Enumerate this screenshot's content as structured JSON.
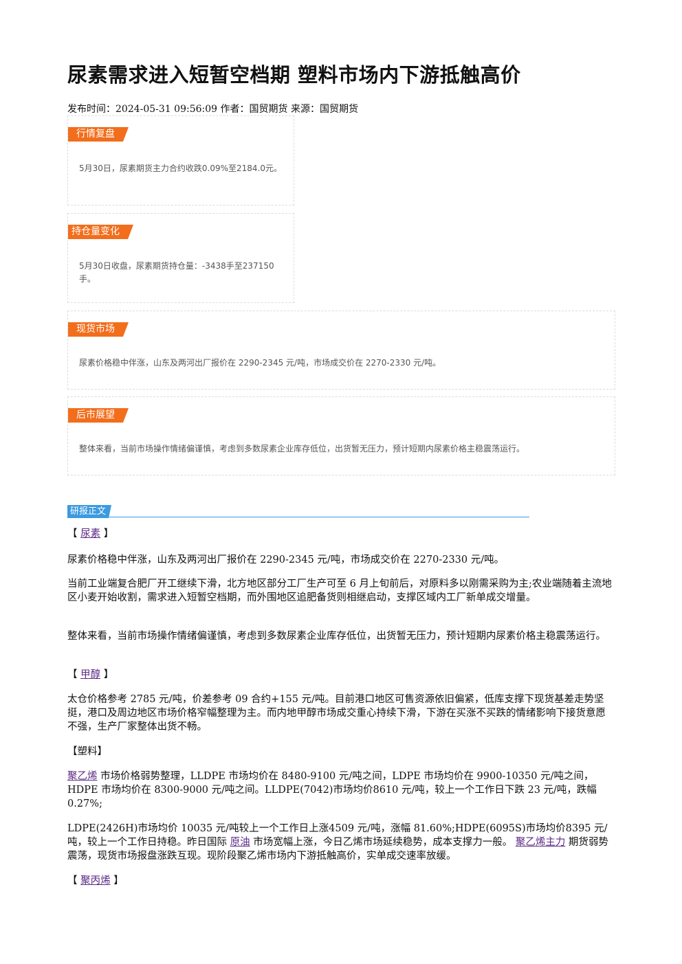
{
  "title": "尿素需求进入短暂空档期 塑料市场内下游抵触高价",
  "meta": {
    "published_label": "发布时间：",
    "published": "2024-05-31 09:56:09",
    "author_label": "作者：",
    "author": "国贸期货",
    "source_label": "来源：",
    "source": "国贸期货"
  },
  "cards": {
    "market_review": {
      "tag": "行情复盘",
      "text": "5月30日，尿素期货主力合约收跌0.09%至2184.0元。"
    },
    "position_change": {
      "tag": "持仓量变化",
      "text": "5月30日收盘，尿素期货持仓量：-3438手至237150手。"
    },
    "spot_market": {
      "tag": "现货市场",
      "text": "尿素价格稳中伴涨，山东及两河出厂报价在 2290-2345 元/吨，市场成交价在 2270-2330 元/吨。"
    },
    "outlook": {
      "tag": "后市展望",
      "text": "整体来看，当前市场操作情绪偏谨慎，考虑到多数尿素企业库存低位，出货暂无压力，预计短期内尿素价格主稳震荡运行。"
    }
  },
  "report_section": {
    "label": "研报正文"
  },
  "body": {
    "urea_open": "【 ",
    "urea_link": "尿素",
    "urea_close": " 】",
    "urea_p1": "尿素价格稳中伴涨，山东及两河出厂报价在 2290-2345 元/吨，市场成交价在 2270-2330 元/吨。",
    "urea_p2": "当前工业端复合肥厂开工继续下滑，北方地区部分工厂生产可至 6 月上旬前后，对原料多以刚需采购为主;农业端随着主流地区小麦开始收割，需求进入短暂空档期，而外围地区追肥备货则相继启动，支撑区域内工厂新单成交增量。",
    "urea_p3": "整体来看，当前市场操作情绪偏谨慎，考虑到多数尿素企业库存低位，出货暂无压力，预计短期内尿素价格主稳震荡运行。",
    "methanol_open": "【 ",
    "methanol_link": "甲醇",
    "methanol_close": " 】",
    "methanol_p1": "太仓价格参考 2785 元/吨，价差参考 09 合约+155 元/吨。目前港口地区可售资源依旧偏紧，低库支撑下现货基差走势坚挺，港口及周边地区市场价格窄幅整理为主。而内地甲醇市场成交重心持续下滑，下游在买涨不买跌的情绪影响下接货意愿不强，生产厂家整体出货不畅。",
    "plastic_heading": "【塑料】",
    "plastic_p1_link": "聚乙烯",
    "plastic_p1": " 市场价格弱势整理，LLDPE 市场均价在 8480-9100 元/吨之间，LDPE 市场均价在 9900-10350 元/吨之间，HDPE 市场均价在 8300-9000 元/吨之间。LLDPE(7042)市场均价8610 元/吨，较上一个工作日下跌 23 元/吨，跌幅0.27%;",
    "plastic_p2_a": "LDPE(2426H)市场均价 10035 元/吨较上一个工作日上涨4509 元/吨，涨幅 81.60%;HDPE(6095S)市场均价8395 元/吨，较上一个工作日持稳。昨日国际 ",
    "plastic_p2_link1": "原油",
    "plastic_p2_b": " 市场宽幅上涨，今日乙烯市场延续稳势，成本支撑力一般。 ",
    "plastic_p2_link2": "聚乙烯主力",
    "plastic_p2_c": " 期货弱势震荡，现货市场报盘涨跌互现。现阶段聚乙烯市场内下游抵触高价，实单成交速率放缓。",
    "pp_open": "【 ",
    "pp_link": "聚丙烯",
    "pp_close": " 】"
  },
  "colors": {
    "tag_orange": "#f26e1c",
    "section_blue": "#3b9ae0",
    "link_purple": "#5b2a86"
  }
}
